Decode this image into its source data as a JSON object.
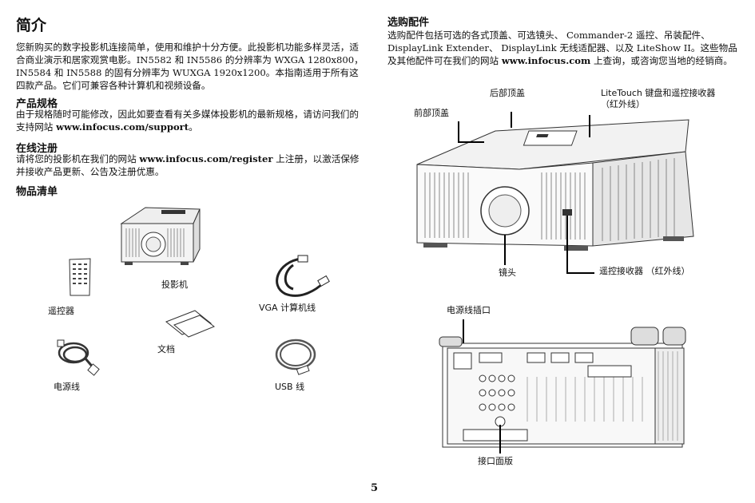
{
  "left": {
    "title": "简介",
    "intro": "您新购买的数字投影机连接简单，使用和维护十分方便。此投影机功能多样灵活，适合商业演示和居家观赏电影。IN5582 和 IN5586 的分辨率为 WXGA 1280x800， IN5584 和 IN5588 的固有分辨率为 WUXGA 1920x1200。本指南适用于所有这四款产品。它们可兼容各种计算机和视频设备。",
    "spec_heading": "产品规格",
    "spec_text_a": "由于规格随时可能修改，因此如要查看有关多媒体投影机的最新规格，请访问我们的支持网站 ",
    "spec_url": "www.infocus.com/support",
    "spec_text_b": "。",
    "reg_heading": "在线注册",
    "reg_text_a": "请将您的投影机在我们的网站 ",
    "reg_url": "www.infocus.com/register",
    "reg_text_b": " 上注册，以激活保修并接收产品更新、公告及注册优惠。",
    "list_heading": "物品清单",
    "items": {
      "projector": "投影机",
      "remote": "遥控器",
      "vga": "VGA 计算机线",
      "docs": "文档",
      "power": "电源线",
      "usb": "USB 线"
    }
  },
  "right": {
    "acc_heading": "选购配件",
    "acc_text_a": "选购配件包括可选的各式顶盖、可选镜头、 Commander-2 遥控、吊装配件、DisplayLink Extender、 DisplayLink 无线适配器、以及 LiteShow II。这些物品及其他配件可在我们的网站 ",
    "acc_url": "www.infocus.com",
    "acc_text_b": " 上查询，或咨询您当地的经销商。",
    "callouts": {
      "rear_cover": "后部顶盖",
      "front_cover": "前部顶盖",
      "litetouch": "LiteTouch 键盘和遥控接收器（红外线）",
      "lens": "镜头",
      "ir_receiver": "遥控接收器 （红外线）",
      "power_socket": "电源线插口",
      "panel": "接口面版"
    }
  },
  "page_number": "5"
}
